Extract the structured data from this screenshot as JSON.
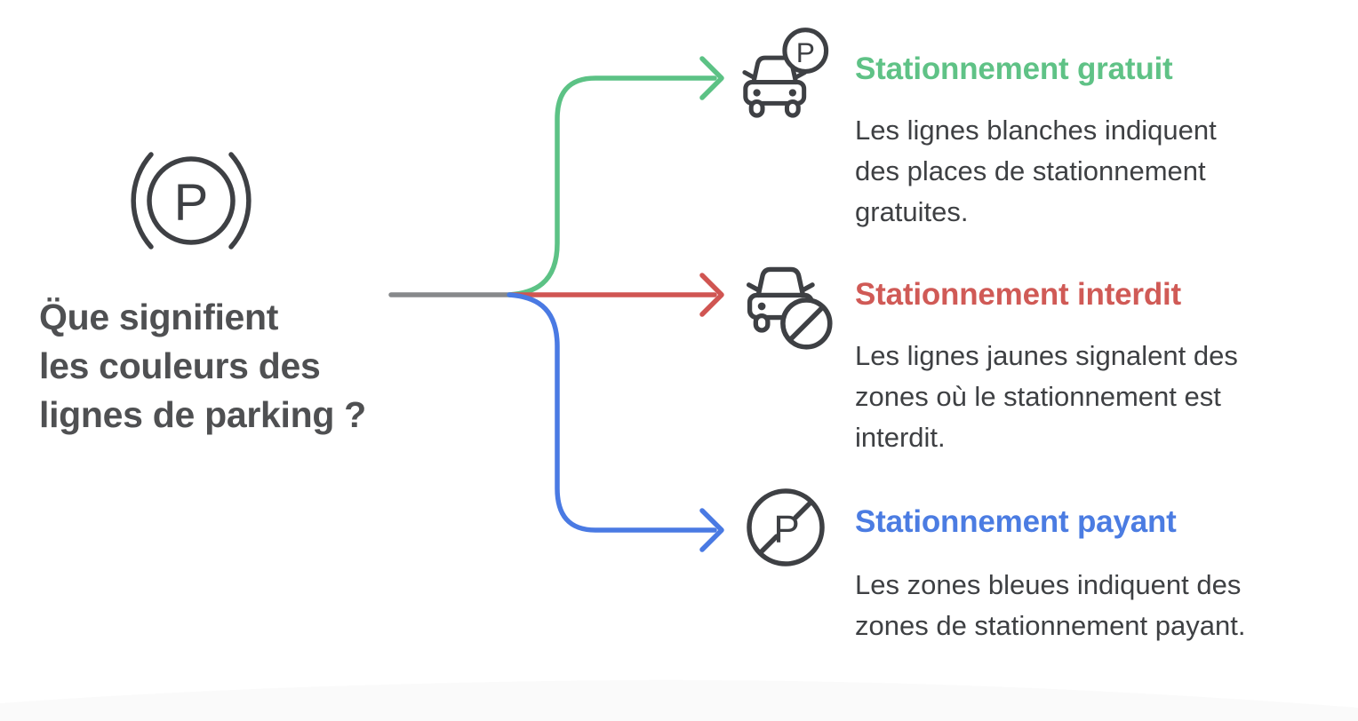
{
  "page": {
    "background": "#ffffff",
    "wave_color": "#fafafa",
    "text_color": "#3e4043"
  },
  "glyphs": {
    "parking_letter": "P"
  },
  "icons": {
    "stroke_color": "#3e4044"
  },
  "root": {
    "icon": "parking-circled-p-icon",
    "title_lines": [
      "Q̈ue signifient",
      "les couleurs des",
      "lignes de parking ?"
    ],
    "title_color": "#4f5052"
  },
  "connector": {
    "trunk_color": "#87898b",
    "branch_colors": {
      "gratuit": "#5cc285",
      "interdit": "#d05552",
      "payant": "#4a7ae3"
    }
  },
  "branches": [
    {
      "id": "gratuit",
      "icon": "car-with-parking-badge-icon",
      "heading": "Stationnement gratuit",
      "heading_color": "#5fc286",
      "body_lines": [
        "Les lignes blanches indiquent",
        "des places de stationnement",
        "gratuites."
      ]
    },
    {
      "id": "interdit",
      "icon": "car-no-entry-icon",
      "heading": "Stationnement interdit",
      "heading_color": "#d05a56",
      "body_lines": [
        "Les lignes jaunes signalent des",
        "zones où le stationnement est",
        "interdit."
      ]
    },
    {
      "id": "payant",
      "icon": "no-parking-sign-icon",
      "heading": "Stationnement payant",
      "heading_color": "#4b7ce2",
      "body_lines": [
        "Les zones bleues indiquent des",
        "zones de stationnement payant."
      ]
    }
  ]
}
